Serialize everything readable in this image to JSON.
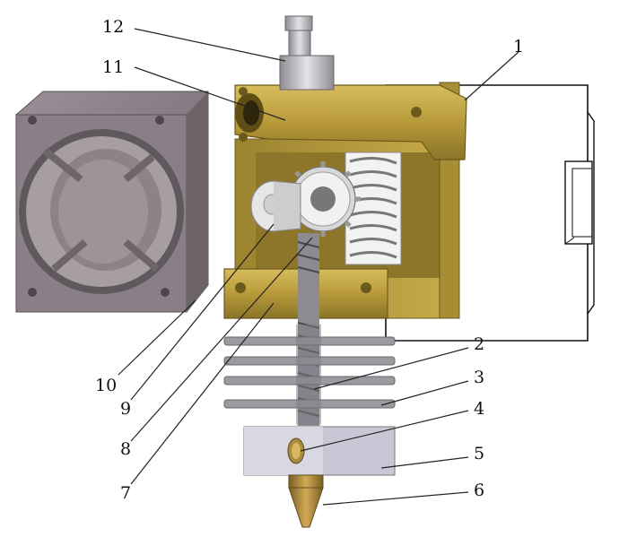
{
  "callouts": [
    {
      "id": "1",
      "label": "1"
    },
    {
      "id": "2",
      "label": "2"
    },
    {
      "id": "3",
      "label": "3"
    },
    {
      "id": "4",
      "label": "4"
    },
    {
      "id": "5",
      "label": "5"
    },
    {
      "id": "6",
      "label": "6"
    },
    {
      "id": "7",
      "label": "7"
    },
    {
      "id": "8",
      "label": "8"
    },
    {
      "id": "9",
      "label": "9"
    },
    {
      "id": "10",
      "label": "10"
    },
    {
      "id": "11",
      "label": "11"
    },
    {
      "id": "12",
      "label": "12"
    }
  ],
  "colors": {
    "brass": "#b89a3a",
    "brass_dark": "#7d6a22",
    "fan_gray": "#8a7f86",
    "steel": "#b7b4bb",
    "heater_block": "#c6c4d2",
    "outline": "#111111"
  }
}
